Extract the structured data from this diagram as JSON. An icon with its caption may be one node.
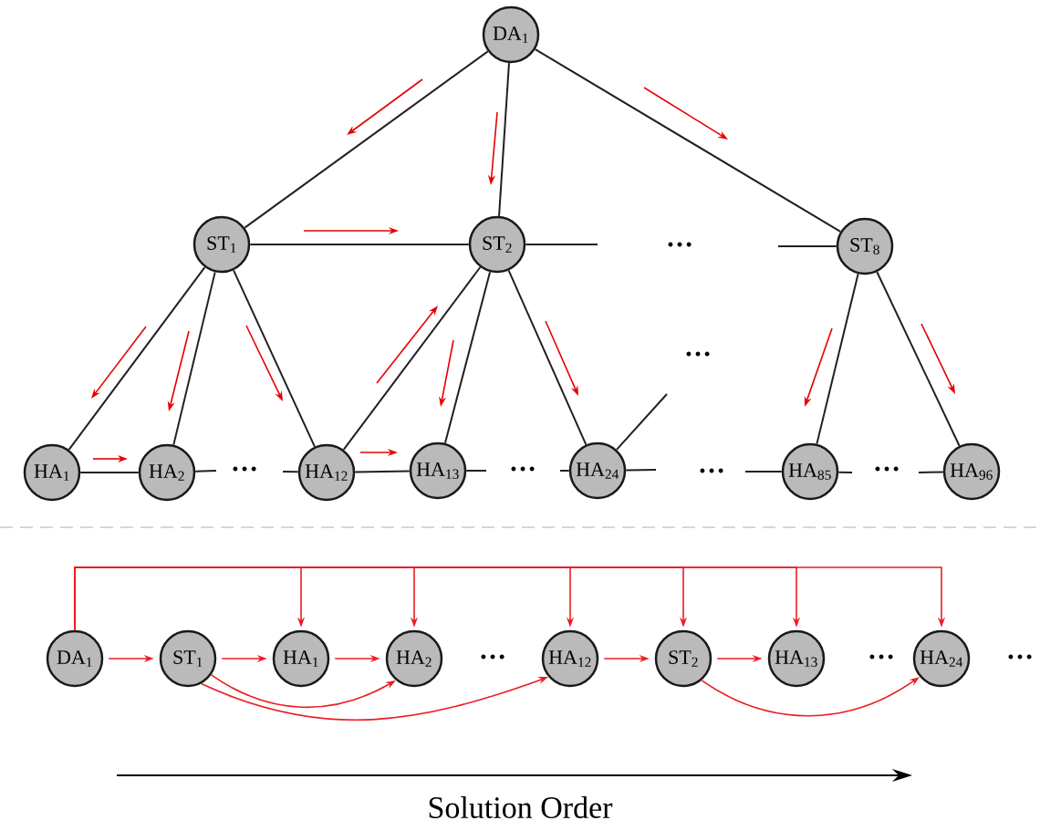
{
  "diagram": {
    "nodes": [
      {
        "text": [
          "DA$_{1}$"
        ]
      },
      {
        "text": [
          "ST$_{1}$"
        ]
      },
      {
        "text": [
          "ST$_{2}$"
        ]
      },
      {
        "text": [
          "ST$_{8}$"
        ]
      },
      {
        "text": [
          "HA$_{1}$"
        ]
      },
      {
        "text": [
          "HA$_{2}$"
        ]
      },
      {
        "text": [
          "HA$_{12}$"
        ]
      },
      {
        "text": [
          "HA$_{13}$"
        ]
      },
      {
        "text": [
          "HA$_{24}$"
        ]
      },
      {
        "text": [
          "HA$_{85}$"
        ]
      },
      {
        "text": [
          "HA$_{96}$"
        ]
      },
      {
        "text": [
          "DA$_{1}$"
        ]
      },
      {
        "text": [
          "ST$_{1}$"
        ]
      },
      {
        "text": [
          "HA$_{1}$"
        ]
      },
      {
        "text": [
          "HA$_{2}$"
        ]
      },
      {
        "text": [
          "HA$_{12}$"
        ]
      },
      {
        "text": [
          "ST$_{2}$"
        ]
      },
      {
        "text": [
          "HA$_{13}$"
        ]
      },
      {
        "text": [
          "HA$_{24}$"
        ]
      }
    ],
    "edges": [
      {
        "from": 0,
        "to": 1,
        "arrow": "none"
      },
      {
        "from": 0,
        "to": 2,
        "arrow": "none"
      },
      {
        "from": 0,
        "to": 3,
        "arrow": "none"
      },
      {
        "from": 1,
        "to": 2,
        "arrow": "none"
      },
      {
        "from": 2,
        "to": null,
        "arrow": "none"
      },
      {
        "from": null,
        "to": 3,
        "arrow": "none"
      },
      {
        "from": 1,
        "to": 4,
        "arrow": "none"
      },
      {
        "from": 1,
        "to": 5,
        "arrow": "none"
      },
      {
        "from": 1,
        "to": 6,
        "arrow": "none"
      },
      {
        "from": 2,
        "to": 6,
        "arrow": "none"
      },
      {
        "from": 2,
        "to": 7,
        "arrow": "none"
      },
      {
        "from": 2,
        "to": 8,
        "arrow": "none"
      },
      {
        "from": 3,
        "to": 9,
        "arrow": "none"
      },
      {
        "from": 3,
        "to": 10,
        "arrow": "none"
      },
      {
        "from": 4,
        "to": 5,
        "arrow": "none"
      },
      {
        "from": 5,
        "to": null,
        "arrow": "none"
      },
      {
        "from": null,
        "to": 6,
        "arrow": "none"
      },
      {
        "from": 6,
        "to": 7,
        "arrow": "none"
      },
      {
        "from": 7,
        "to": null,
        "arrow": "none"
      },
      {
        "from": null,
        "to": 8,
        "arrow": "none"
      },
      {
        "from": 8,
        "to": null,
        "arrow": "none"
      },
      {
        "from": 8,
        "to": null,
        "arrow": "none"
      },
      {
        "from": null,
        "to": 9,
        "arrow": "none"
      },
      {
        "from": 9,
        "to": null,
        "arrow": "none"
      },
      {
        "from": null,
        "to": 10,
        "arrow": "none"
      },
      {
        "from": 11,
        "to": 12,
        "arrow": "to",
        "color": "#ed1c24"
      },
      {
        "from": 12,
        "to": 13,
        "arrow": "to",
        "color": "#ed1c24"
      },
      {
        "from": 13,
        "to": 14,
        "arrow": "to",
        "color": "#ed1c24"
      },
      {
        "from": 15,
        "to": 16,
        "arrow": "to",
        "color": "#ed1c24"
      },
      {
        "from": 16,
        "to": 17,
        "arrow": "to",
        "color": "#ed1c24"
      },
      {
        "from": 12,
        "to": 14,
        "arrow": "to",
        "color": "#ed1c24"
      },
      {
        "from": 12,
        "to": 15,
        "arrow": "to",
        "color": "#ed1c24"
      },
      {
        "from": 16,
        "to": 18,
        "arrow": "to",
        "color": "#ed1c24"
      },
      {
        "from": 11,
        "to": 13,
        "arrow": "to",
        "color": "#ed1c24"
      },
      {
        "from": 11,
        "to": 14,
        "arrow": "to",
        "color": "#ed1c24"
      },
      {
        "from": 11,
        "to": 15,
        "arrow": "to",
        "color": "#ed1c24"
      },
      {
        "from": 11,
        "to": 16,
        "arrow": "to",
        "color": "#ed1c24"
      },
      {
        "from": 11,
        "to": 17,
        "arrow": "to",
        "color": "#ed1c24"
      },
      {
        "from": 11,
        "to": 18,
        "arrow": "to",
        "color": "#ed1c24"
      }
    ],
    "labels": [
      "…",
      "…",
      "…",
      "…",
      "…",
      "…",
      "…",
      "…",
      "…",
      "Solution Order"
    ]
  }
}
